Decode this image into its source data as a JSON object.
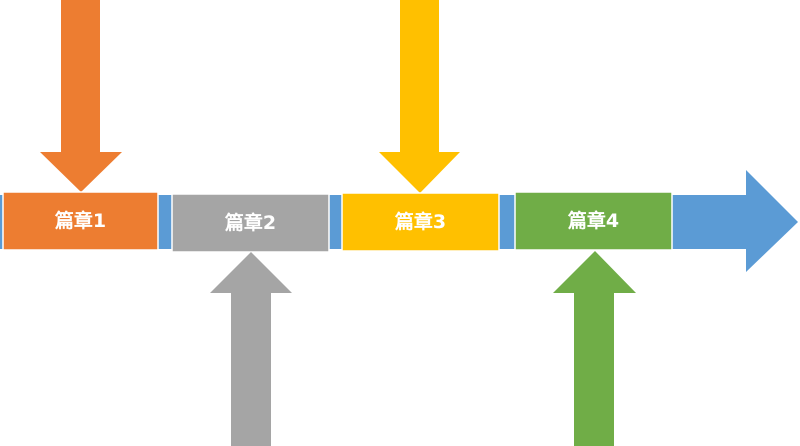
{
  "colors": {
    "timeline": "#5B9BD5",
    "orange": "#ED7D31",
    "gray": "#A5A5A5",
    "yellow": "#FFC000",
    "green": "#70AD47",
    "border": "#FFFFFF"
  },
  "chapters": [
    {
      "label": "篇章1",
      "color": "#ED7D31",
      "arrow_direction": "down"
    },
    {
      "label": "篇章2",
      "color": "#A5A5A5",
      "arrow_direction": "up"
    },
    {
      "label": "篇章3",
      "color": "#FFC000",
      "arrow_direction": "down"
    },
    {
      "label": "篇章4",
      "color": "#70AD47",
      "arrow_direction": "up"
    }
  ]
}
